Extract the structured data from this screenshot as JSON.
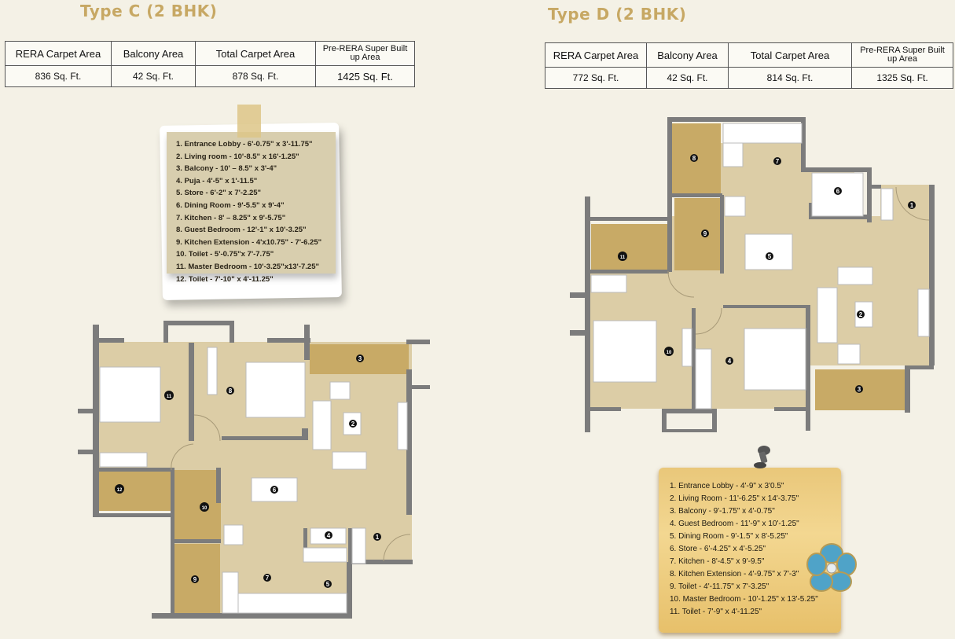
{
  "typeC": {
    "title": "Type C (2 BHK)",
    "table": {
      "headers": [
        "RERA Carpet Area",
        "Balcony Area",
        "Total Carpet Area",
        "Pre-RERA Super Built up Area"
      ],
      "values": [
        "836 Sq. Ft.",
        "42 Sq. Ft.",
        "878 Sq. Ft.",
        "1425 Sq. Ft."
      ]
    },
    "rooms": [
      "1. Entrance Lobby - 6'-0.75\" x 3'-11.75\"",
      "2. Living room - 10'-8.5\" x 16'-1.25\"",
      "3. Balcony - 10' – 8.5\" x 3'-4\"",
      "4. Puja - 4'-5\" x 1'-11.5\"",
      "5. Store - 6'-2\" x 7'-2.25\"",
      "6. Dining Room - 9'-5.5\" x 9'-4\"",
      "7. Kitchen - 8' – 8.25\" x 9'-5.75\"",
      "8. Guest Bedroom - 12'-1\" x 10'-3.25\"",
      "9. Kitchen Extension - 4'x10.75\" - 7'-6.25\"",
      "10. Toilet - 5'-0.75\"x 7'-7.75\"",
      "11. Master Bedroom - 10'-3.25\"x13'-7.25\"",
      "12. Toilet - 7'-10\" x 4'-11.25\""
    ],
    "markers": [
      "1",
      "2",
      "3",
      "4",
      "5",
      "6",
      "7",
      "8",
      "9",
      "10",
      "11",
      "12"
    ]
  },
  "typeD": {
    "title": "Type D (2 BHK)",
    "table": {
      "headers": [
        "RERA Carpet Area",
        "Balcony Area",
        "Total Carpet Area",
        "Pre-RERA Super Built up Area"
      ],
      "values": [
        "772 Sq. Ft.",
        "42 Sq. Ft.",
        "814 Sq. Ft.",
        "1325 Sq. Ft."
      ]
    },
    "rooms": [
      "1.   Entrance Lobby - 4'-9\" x 3'0.5\"",
      "2.   Living Room - 11'-6.25\" x 14'-3.75\"",
      "3.   Balcony - 9'-1.75\" x 4'-0.75\"",
      "4.   Guest Bedroom - 11'-9\" x 10'-1.25\"",
      "5.   Dining Room - 9'-1.5\" x 8'-5.25\"",
      "6.   Store - 6'-4.25\" x 4'-5.25\"",
      "7.   Kitchen - 8'-4.5\" x 9'-9.5\"",
      "8.   Kitchen Extension - 4'-9.75\" x 7'-3\"",
      "9.   Toilet - 4'-11.75\" x 7'-3.25\"",
      "10.  Master Bedroom - 10'-1.25\" x 13'-5.25\"",
      "11.  Toilet - 7'-9\" x 4'-11.25\""
    ],
    "markers": [
      "1",
      "2",
      "3",
      "4",
      "5",
      "6",
      "7",
      "8",
      "9",
      "10",
      "11"
    ]
  },
  "colors": {
    "background": "#f4f1e6",
    "title": "#c7a864",
    "floor": "#dccda6",
    "wet_area": "#c8aa66",
    "wall": "#7c7c7c",
    "marker": "#111111"
  }
}
